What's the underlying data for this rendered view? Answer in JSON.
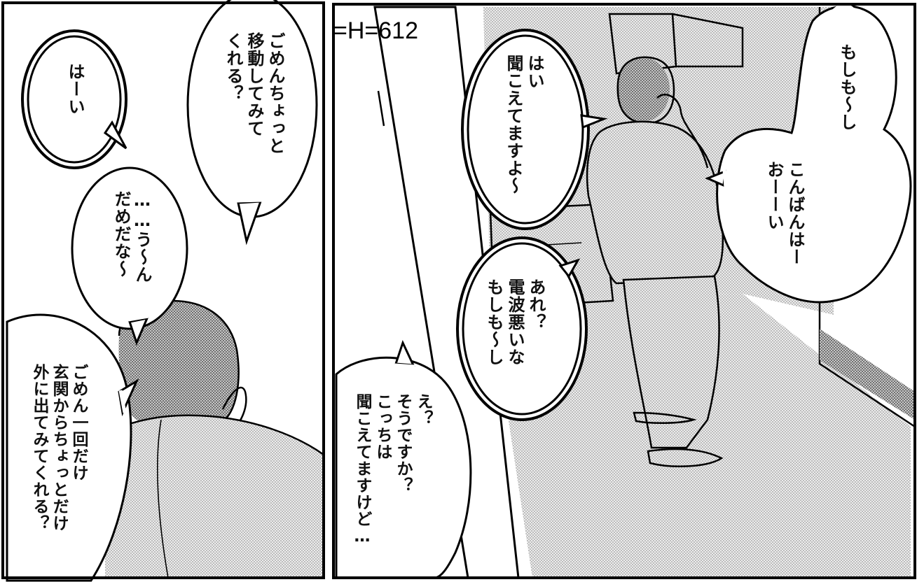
{
  "overlay_marker": "=H=612",
  "left_panel": {
    "bubbles": [
      {
        "id": "haai",
        "text": "はーい"
      },
      {
        "id": "move",
        "text": "ごめんちょっと\n移動してみて\nくれる？"
      },
      {
        "id": "dame",
        "text": "……う～ん\nだめだな～"
      },
      {
        "id": "outside",
        "text": "ごめん一回だけ\n玄関からちょっとだけ\n外に出てみてくれる？"
      }
    ]
  },
  "right_panel": {
    "bubbles": [
      {
        "id": "moshimoshi",
        "text": "もしも～し"
      },
      {
        "id": "konbanwa",
        "text": "こんばんはー\nおーーい"
      },
      {
        "id": "kikoeteru",
        "text": "はい\n聞こえてますよ～"
      },
      {
        "id": "denpa",
        "text": "あれ？\n電波悪いな\nもしも～し"
      },
      {
        "id": "soudesuka",
        "text": "え？\nそうですか？\nこっちは\n聞こえてますけど…"
      }
    ]
  }
}
